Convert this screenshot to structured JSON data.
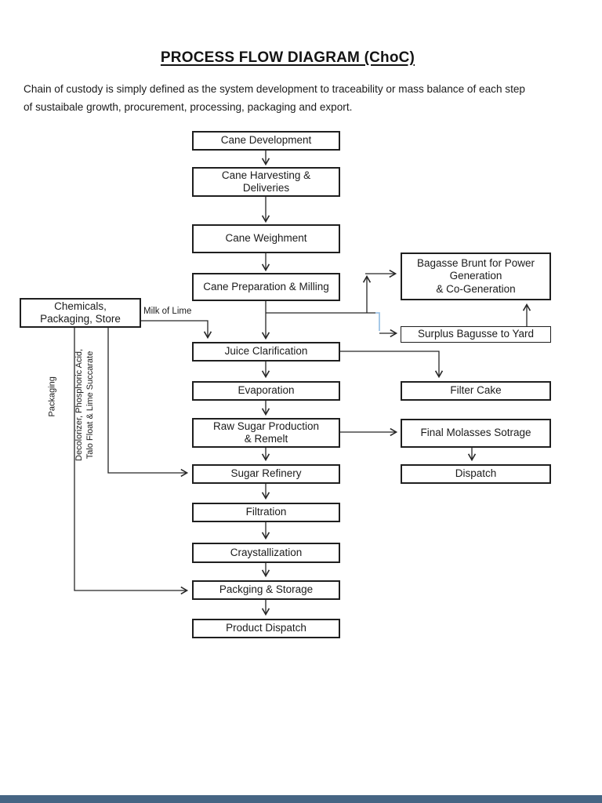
{
  "page": {
    "title": "PROCESS FLOW DIAGRAM (ChoC)",
    "description": "Chain of custody is simply defined as the system development to traceability or mass balance of each step\nof sustaibale growth, procurement, processing, packaging and export."
  },
  "diagram": {
    "nodes": {
      "cane_development": "Cane Development",
      "cane_harvesting": "Cane Harvesting &\nDeliveries",
      "cane_weighment": "Cane Weighment",
      "cane_preparation": "Cane Preparation & Milling",
      "juice_clarification": "Juice Clarification",
      "evaporation": "Evaporation",
      "raw_sugar": "Raw Sugar Production\n& Remelt",
      "sugar_refinery": "Sugar Refinery",
      "filtration": "Filtration",
      "craystallization": "Craystallization",
      "packging_storage": "Packging & Storage",
      "product_dispatch": "Product Dispatch",
      "chemicals": "Chemicals,\nPackaging, Store",
      "bagasse": "Bagasse Brunt for Power\nGeneration\n& Co-Generation",
      "surplus": "Surplus Bagusse to Yard",
      "filter_cake": "Filter Cake",
      "final_molasses": "Final Molasses Sotrage",
      "dispatch": "Dispatch"
    },
    "edge_labels": {
      "milk_of_lime": "Milk of Lime",
      "packaging": "Packaging",
      "decolorizer": "Decolorizer, Phosphoric Acid,\nTalo Float & Lime Succarate"
    },
    "colors": {
      "line": "#262626",
      "box_border": "#1f1f1f",
      "blue_connector": "#9dc3e6",
      "footer_bar": "#466584"
    }
  }
}
